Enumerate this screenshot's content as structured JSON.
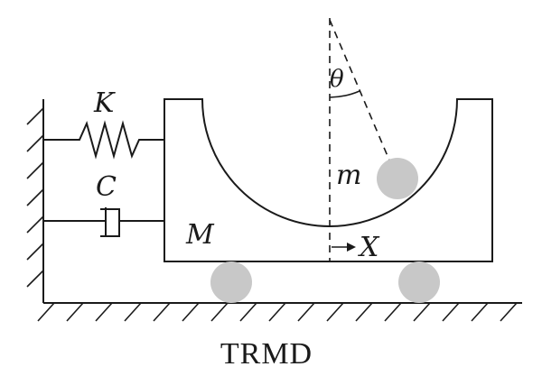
{
  "labels": {
    "spring": "K",
    "damper": "C",
    "pendulum_mass": "m",
    "cart_mass": "M",
    "angle": "θ",
    "displacement": "X"
  },
  "caption": "TRMD",
  "colors": {
    "line": "#1a1a1a",
    "ball": "#c8c8c8",
    "background": "#ffffff"
  }
}
